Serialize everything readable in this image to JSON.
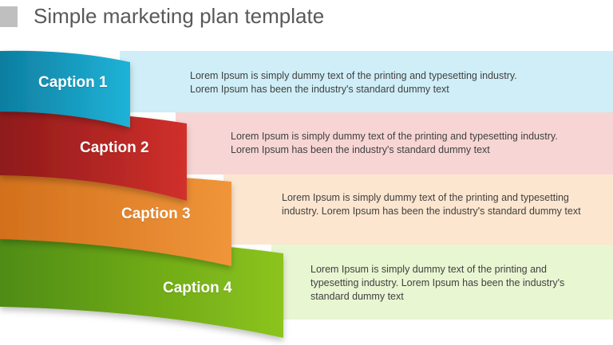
{
  "title": "Simple marketing plan template",
  "colors": {
    "blue": "#17a7cf",
    "red": "#c62828",
    "orange": "#ec8a2b",
    "green": "#7bb519",
    "band_blue": "#cfeef7",
    "band_red": "#f7d5d5",
    "band_orange": "#fde6cf",
    "band_green": "#e9f6d2"
  },
  "items": [
    {
      "caption": "Caption 1",
      "text": "Lorem Ipsum is simply dummy text of the printing and typesetting industry. Lorem Ipsum has been the industry's standard dummy text"
    },
    {
      "caption": "Caption 2",
      "text": "Lorem Ipsum is simply dummy text of the printing and typesetting industry. Lorem Ipsum has been the industry's standard dummy text"
    },
    {
      "caption": "Caption 3",
      "text": "Lorem Ipsum is simply dummy text of the printing and typesetting industry. Lorem Ipsum has been the industry's standard dummy text"
    },
    {
      "caption": "Caption 4",
      "text": "Lorem Ipsum is simply dummy text of the printing and typesetting industry. Lorem Ipsum has been the industry's standard dummy text"
    }
  ]
}
